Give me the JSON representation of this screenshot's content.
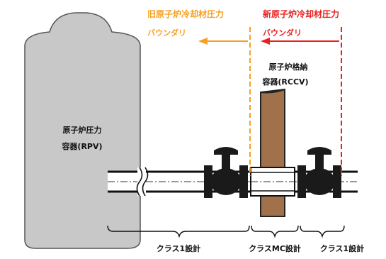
{
  "labels": {
    "old_boundary_line1": "旧原子炉冷却材圧力",
    "old_boundary_line2": "バウンダリ",
    "new_boundary_line1": "新原子炉冷却材圧力",
    "new_boundary_line2": "バウンダリ",
    "rpv_line1": "原子炉圧力",
    "rpv_line2": "容器(RPV)",
    "rccv_line1": "原子炉格納",
    "rccv_line2": "容器(RCCV)",
    "class1_left": "クラス1設計",
    "class_mc": "クラスMC設計",
    "class1_right": "クラス1設計"
  },
  "colors": {
    "old_boundary": "#f5a020",
    "new_boundary": "#e82020",
    "rpv_fill": "#c8c8c8",
    "rccv_fill": "#a0714a",
    "valve": "#1a1a1a"
  },
  "icons": [
    "valve-icon",
    "pipe-break-icon",
    "arrow-left-icon"
  ]
}
